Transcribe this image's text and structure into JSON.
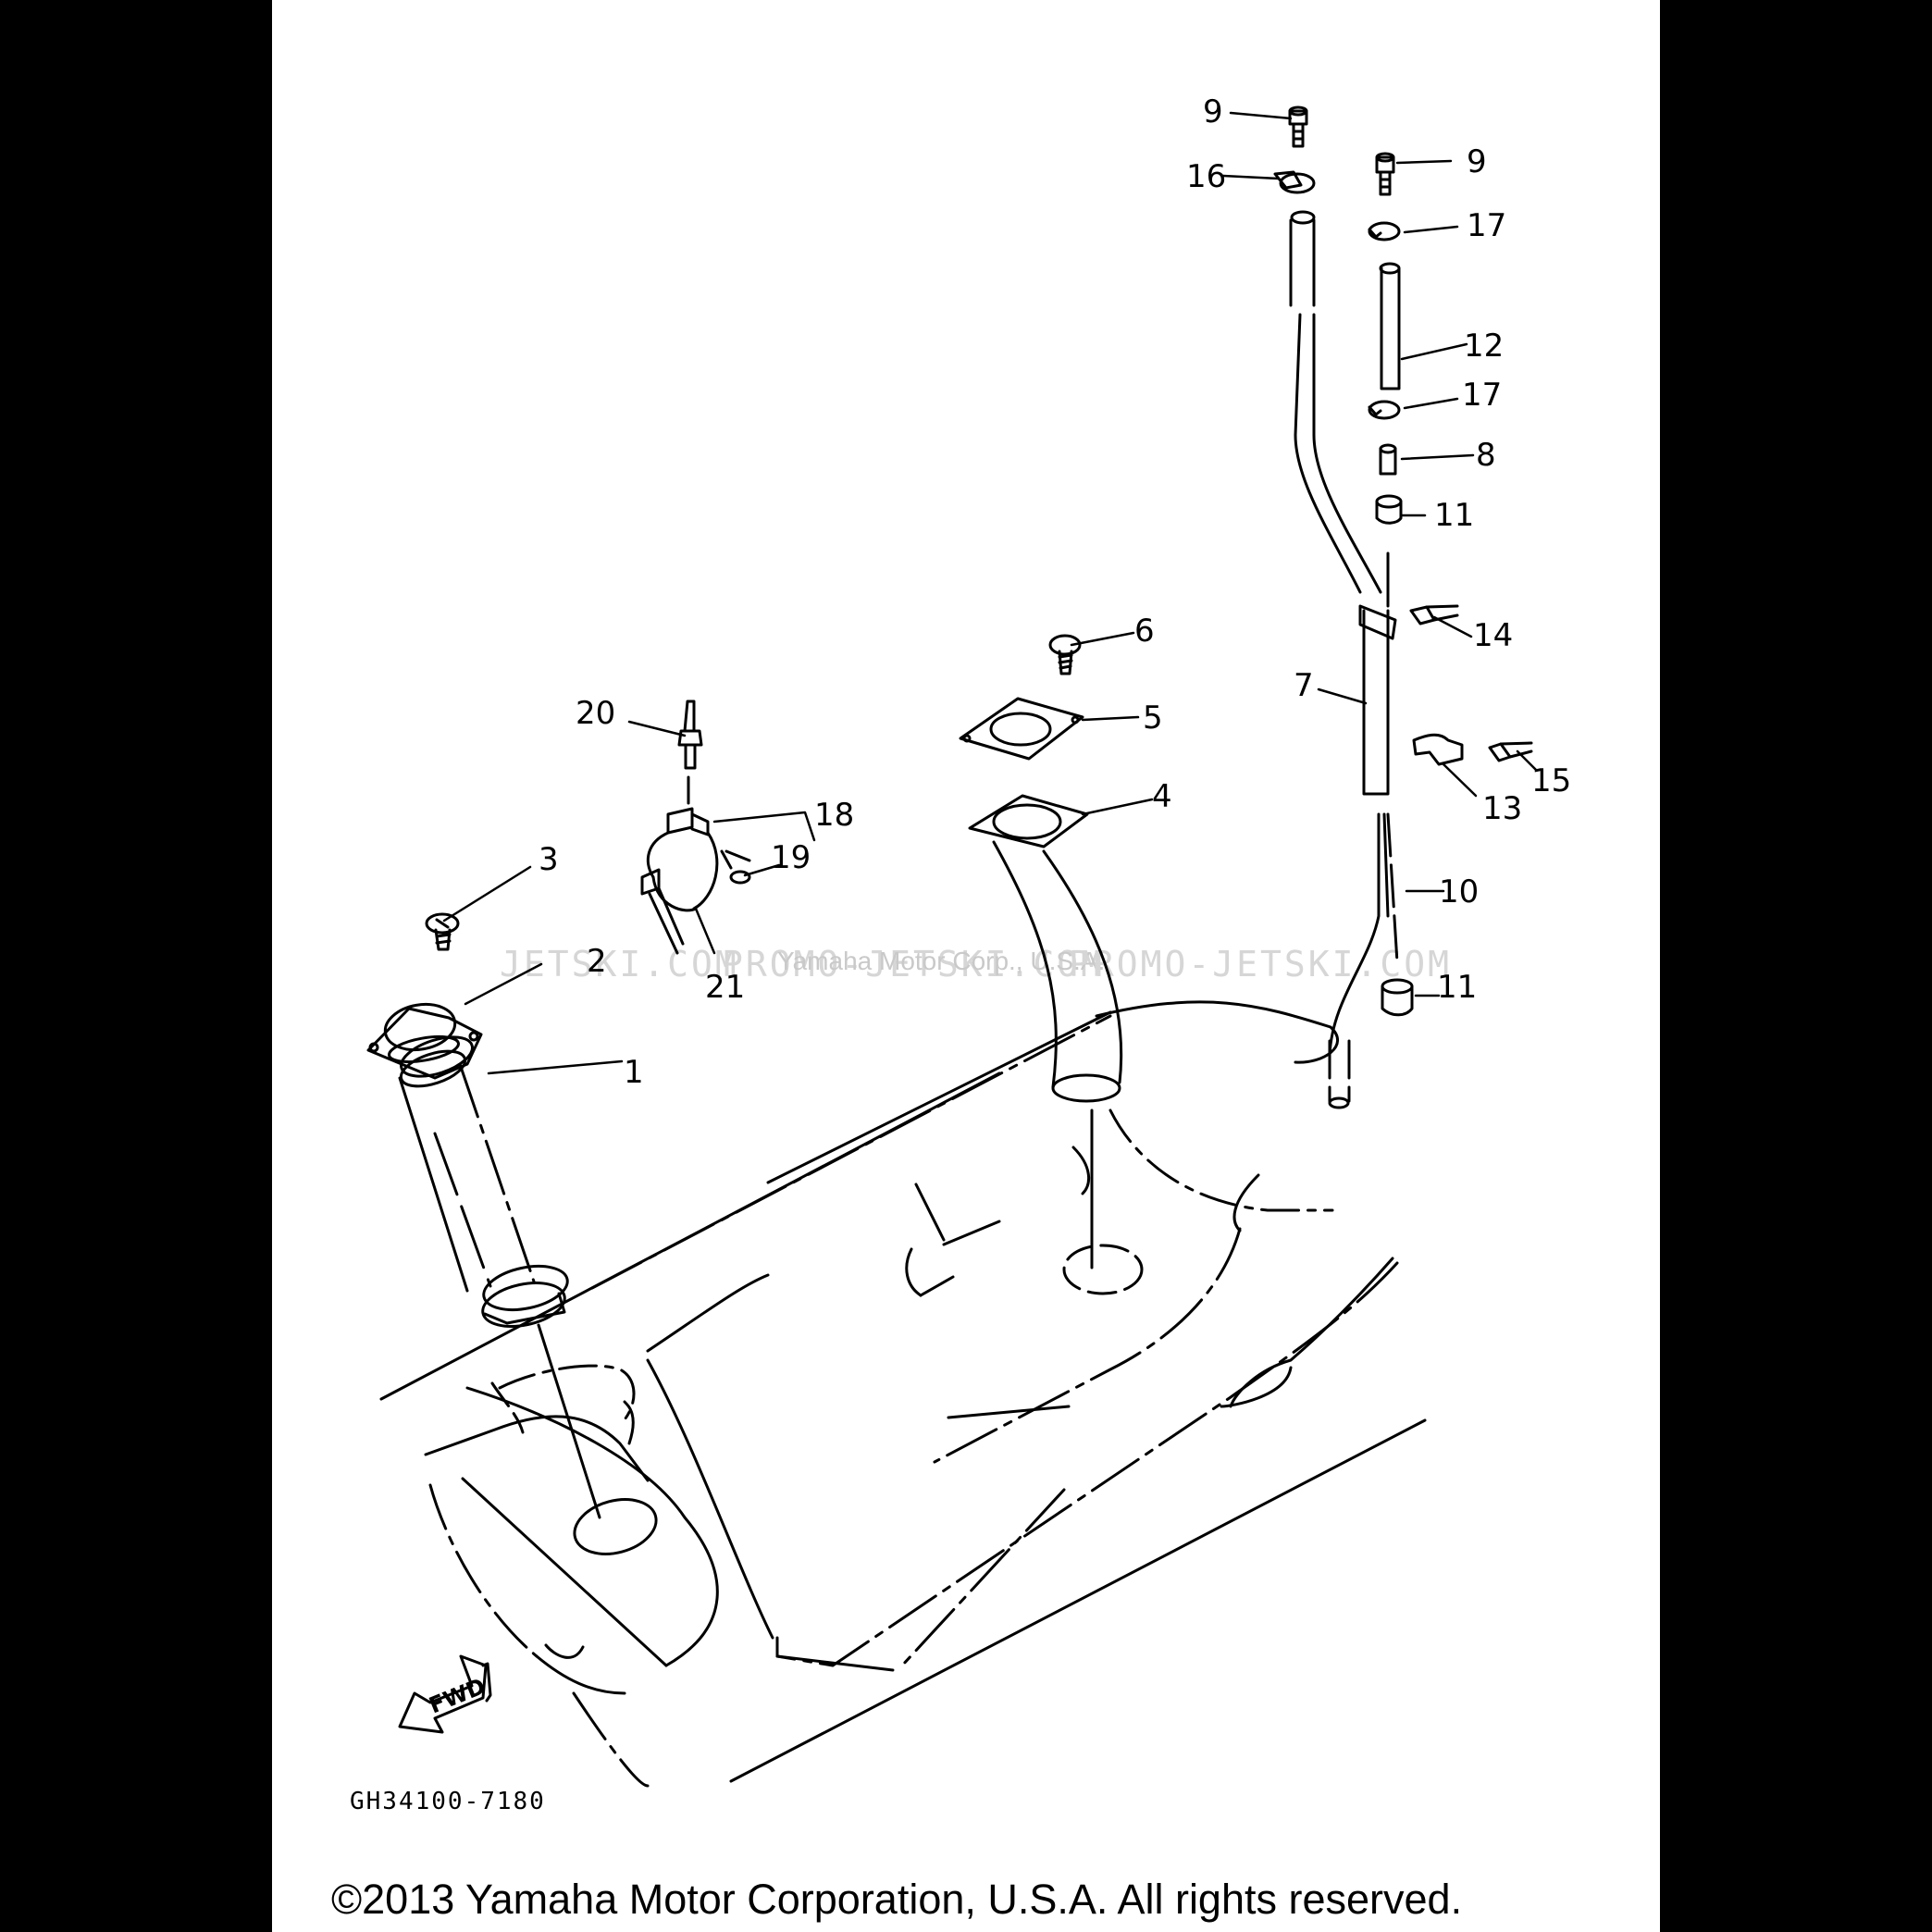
{
  "diagram": {
    "part_code": "GH34100-7180",
    "forward_label": "FWD",
    "copyright": "©2013 Yamaha Motor Corporation, U.S.A. All rights reserved.",
    "watermark_left": "JETSKI.COM",
    "watermark_center": "PROMO-JETSKI.COM",
    "watermark_credit": "Yamaha Motor Corp., U.S.A.",
    "watermark_right": "PROMO-JETSKI.COM",
    "callouts": [
      {
        "id": "c1",
        "label": "1"
      },
      {
        "id": "c2",
        "label": "2"
      },
      {
        "id": "c3",
        "label": "3"
      },
      {
        "id": "c4",
        "label": "4"
      },
      {
        "id": "c5",
        "label": "5"
      },
      {
        "id": "c6",
        "label": "6"
      },
      {
        "id": "c7",
        "label": "7"
      },
      {
        "id": "c8",
        "label": "8"
      },
      {
        "id": "c9a",
        "label": "9"
      },
      {
        "id": "c9b",
        "label": "9"
      },
      {
        "id": "c10",
        "label": "10"
      },
      {
        "id": "c11a",
        "label": "11"
      },
      {
        "id": "c11b",
        "label": "11"
      },
      {
        "id": "c12",
        "label": "12"
      },
      {
        "id": "c13",
        "label": "13"
      },
      {
        "id": "c14",
        "label": "14"
      },
      {
        "id": "c15",
        "label": "15"
      },
      {
        "id": "c16",
        "label": "16"
      },
      {
        "id": "c17a",
        "label": "17"
      },
      {
        "id": "c17b",
        "label": "17"
      },
      {
        "id": "c18",
        "label": "18"
      },
      {
        "id": "c19",
        "label": "19"
      },
      {
        "id": "c20",
        "label": "20"
      },
      {
        "id": "c21",
        "label": "21"
      }
    ]
  }
}
